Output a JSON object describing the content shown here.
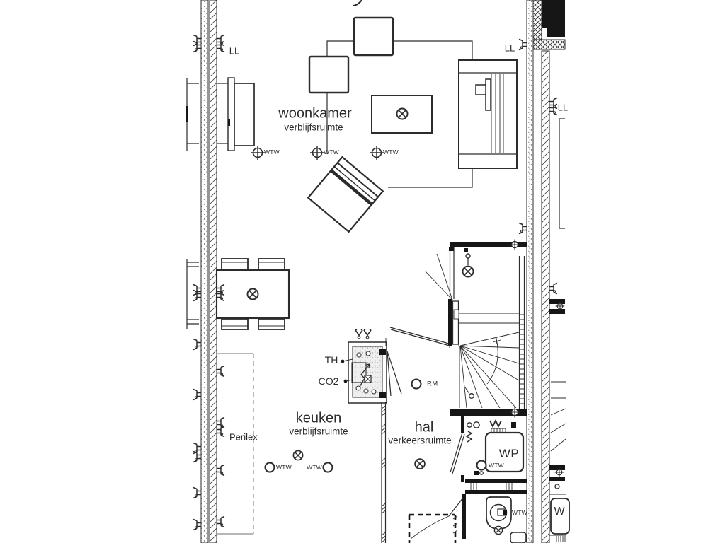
{
  "document": {
    "kind": "floor-plan",
    "language": "nl"
  },
  "rooms": [
    {
      "name": "woonkamer",
      "category": "verblijfsruimte"
    },
    {
      "name": "keuken",
      "category": "verblijfsruimte"
    },
    {
      "name": "hal",
      "category": "verkeersruimte"
    }
  ],
  "labels": {
    "perilex": "Perilex",
    "th": "TH",
    "co2": "CO2",
    "wp": "WP",
    "w_partial": "W",
    "rm": "RM",
    "ll": "LL",
    "wtw": "WTW"
  },
  "symbols": {
    "ceiling_light": "circle-with-x",
    "ventilation_valve_wtw": "circle-with-crosshair",
    "smoke_detector_rm": "open-circle",
    "wall_socket": "fork-glyph",
    "loze_leiding_ll": "fork-glyph"
  },
  "fixture_counts": {
    "wtw_valves_woonkamer": 3,
    "wtw_valves_keuken": 2,
    "wtw_valve_wp_room": 1,
    "wtw_valve_wc": 1,
    "ceiling_lights": 6,
    "smoke_detectors": 1
  },
  "colors": {
    "ink": "#2c2c2c",
    "counter_line": "#8a8a8a",
    "paper": "#ffffff",
    "wall_black": "#161616"
  }
}
